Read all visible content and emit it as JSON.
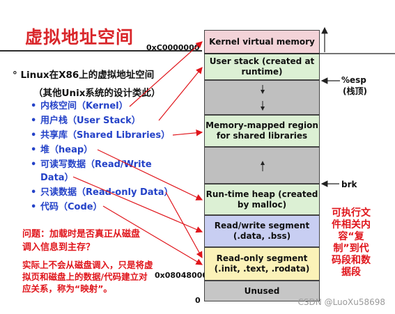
{
  "title": "虚拟地址空间",
  "addresses": {
    "top": "0xC0000000",
    "mid": "0x08048000",
    "zero": "0"
  },
  "heading": "Linux在X86上的虚拟地址空间",
  "subheading": "（其他Unix系统的设计类此）",
  "heading_bullet": "°",
  "items": [
    "内核空间（Kernel）",
    "用户栈（User Stack）",
    "共享库（Shared Libraries）",
    "堆（heap）",
    "可读写数据（Read/Write Data）",
    "只读数据（Read-only Data）",
    "代码（Code）"
  ],
  "question": "问题：加载时是否真正从磁盘调入信息到主存？",
  "answer": "实际上不会从磁盘调入，只是将虚拟页和磁盘上的数据/代码建立对应关系，称为“映射”。",
  "segments": {
    "kernel": "Kernel virtual memory",
    "stack": "User stack (created at runtime)",
    "mmap": "Memory-mapped region for shared libraries",
    "heap": "Run-time heap (created by malloc)",
    "rw": "Read/write segment (.data, .bss)",
    "ro": "Read-only segment (.init, .text, .rodata)",
    "unused": "Unused"
  },
  "right_labels": {
    "esp": "%esp",
    "esp_note": "(栈顶)",
    "brk": "brk"
  },
  "side_note": "可执行文件相关内容“复制”到代码段和数据段",
  "watermark": "CSDN @LuoXu58698",
  "colors": {
    "title": "#d9262a",
    "list": "#2442c8",
    "note": "#e0151b",
    "kernel": "#f3d3d8",
    "stack": "#dcf0d4",
    "gap": "#bfbfbf",
    "mmap": "#dcf0d4",
    "heap": "#dcf0d4",
    "rw": "#c8cef2",
    "ro": "#fbf2b8",
    "unused": "#c6c6c6"
  }
}
